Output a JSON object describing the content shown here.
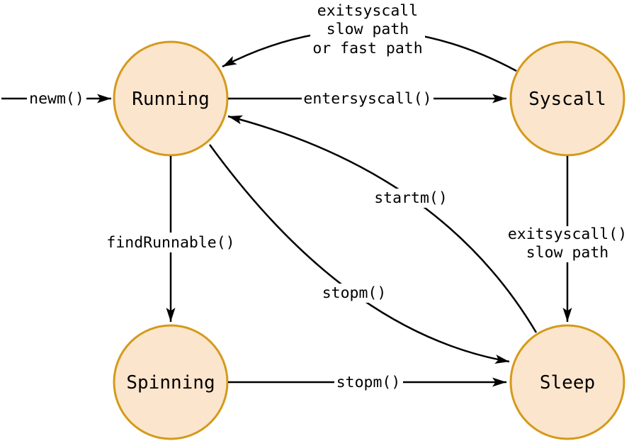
{
  "diagram": {
    "background": "#ffffff",
    "node_fill": "#fce5cd",
    "node_stroke": "#d49a1a",
    "edge_color": "#000000",
    "nodes": {
      "running": {
        "label": "Running"
      },
      "syscall": {
        "label": "Syscall"
      },
      "spinning": {
        "label": "Spinning"
      },
      "sleep": {
        "label": "Sleep"
      }
    },
    "edges": {
      "newm": {
        "from": "start",
        "to": "running",
        "label": "newm()"
      },
      "entersyscall": {
        "from": "running",
        "to": "syscall",
        "label": "entersyscall()"
      },
      "exitsyscall_fast": {
        "from": "syscall",
        "to": "running",
        "label_lines": [
          "exitsyscall",
          "slow path",
          "or fast path"
        ]
      },
      "exitsyscall_slow": {
        "from": "syscall",
        "to": "sleep",
        "label_lines": [
          "exitsyscall()",
          "slow path"
        ]
      },
      "findrunnable": {
        "from": "running",
        "to": "spinning",
        "label": "findRunnable()"
      },
      "startm": {
        "from": "sleep",
        "to": "running",
        "label": "startm()"
      },
      "stopm_running": {
        "from": "running",
        "to": "sleep",
        "label": "stopm()"
      },
      "stopm_spinning": {
        "from": "spinning",
        "to": "sleep",
        "label": "stopm()"
      }
    }
  }
}
